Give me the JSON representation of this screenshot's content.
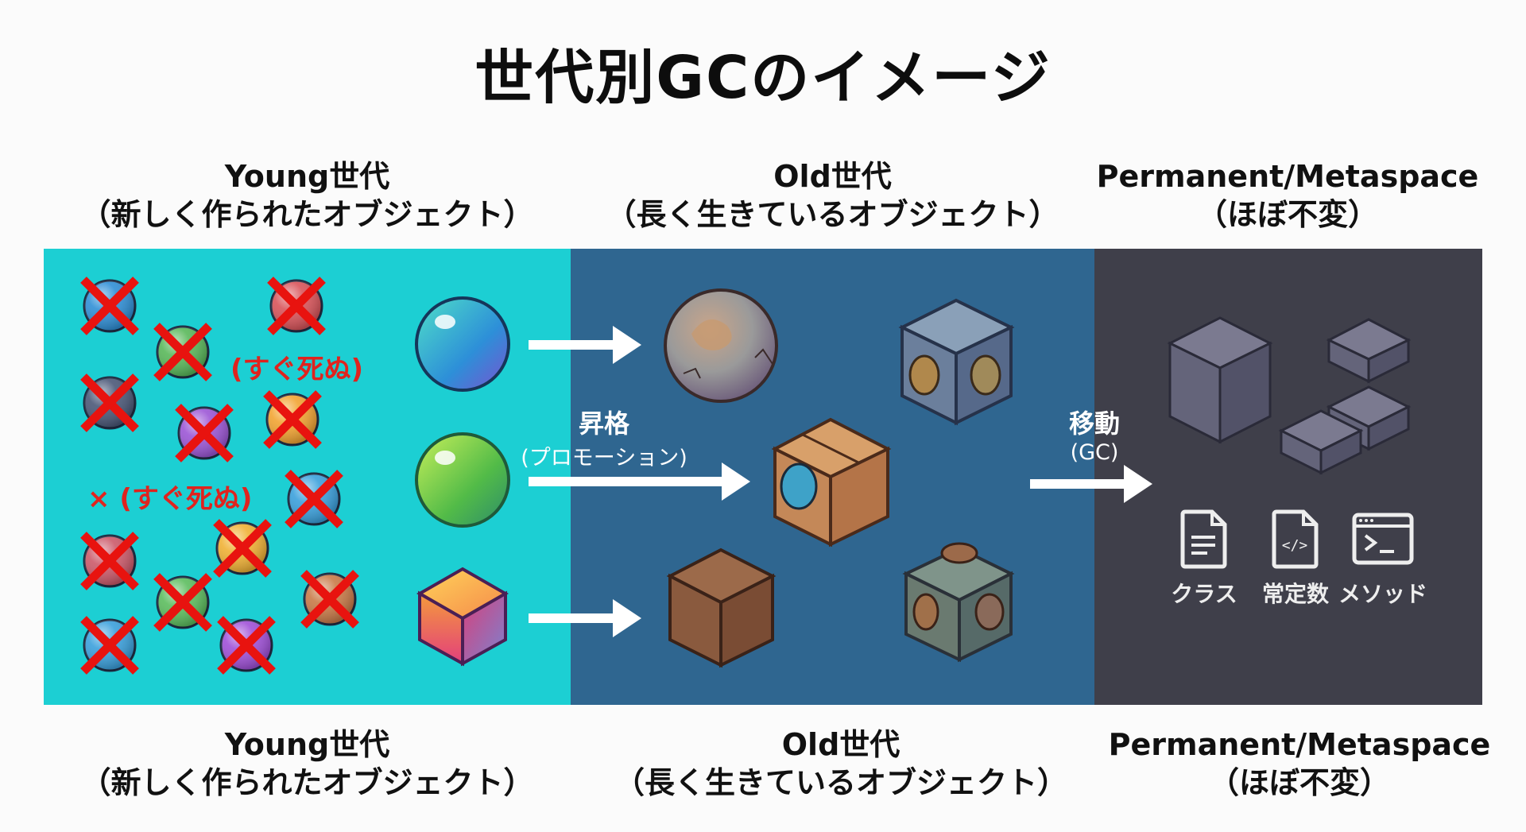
{
  "title": "世代別GCのイメージ",
  "columns_top": [
    {
      "name": "Young世代",
      "sub": "（新しく作られたオブジェクト）"
    },
    {
      "name": "Old世代",
      "sub": "（長く生きているオブジェクト）"
    },
    {
      "name": "Permanent/Metaspace",
      "sub": "（ほぼ不変）"
    }
  ],
  "columns_bottom": [
    {
      "name": "Young世代",
      "sub": "（新しく作られたオブジェクト）"
    },
    {
      "name": "Old世代",
      "sub": "（長く生きているオブジェクト）"
    },
    {
      "name": "Permanent/Metaspace",
      "sub": "（ほぼ不変）"
    }
  ],
  "young": {
    "dead_label_1": "(すぐ死ぬ)",
    "dead_label_2": "× (すぐ死ぬ)",
    "dead_objects": [
      {
        "color": "#2f8fd6"
      },
      {
        "color": "#59b85a"
      },
      {
        "color": "#d9545a"
      },
      {
        "color": "#4b5878"
      },
      {
        "color": "#9c56d6"
      },
      {
        "color": "#f2a432"
      },
      {
        "color": "#3aa0dc"
      },
      {
        "color": "#f0b135"
      },
      {
        "color": "#cc5a6a"
      },
      {
        "color": "#5cbd5e"
      },
      {
        "color": "#c97a48"
      },
      {
        "color": "#3aa0dc"
      },
      {
        "color": "#a050d8"
      }
    ],
    "survivors": [
      {
        "shape": "sphere",
        "color": "#2aa8d8"
      },
      {
        "shape": "sphere",
        "color": "#6ccc3e"
      },
      {
        "shape": "cube",
        "color": "#f07a4a"
      }
    ]
  },
  "promotion": {
    "label": "昇格",
    "sub": "(プロモーション)"
  },
  "move": {
    "label": "移動",
    "sub": "(GC)"
  },
  "old_objects": [
    {
      "shape": "sphere",
      "kind": "aged-stone-sphere"
    },
    {
      "shape": "cube",
      "kind": "stone-cube-with-gears"
    },
    {
      "shape": "cube",
      "kind": "box-with-lens"
    },
    {
      "shape": "cube",
      "kind": "brown-cube"
    },
    {
      "shape": "cube",
      "kind": "rusty-cube-with-ports"
    }
  ],
  "metaspace": {
    "items": [
      {
        "icon": "document-icon",
        "label": "クラス"
      },
      {
        "icon": "code-file-icon",
        "label": "常定数"
      },
      {
        "icon": "terminal-icon",
        "label": "メソッド"
      }
    ]
  },
  "colors": {
    "young_bg": "#1ccfd3",
    "old_bg": "#2f6690",
    "perm_bg": "#3f3f4a",
    "dead_mark": "#e8130f"
  }
}
